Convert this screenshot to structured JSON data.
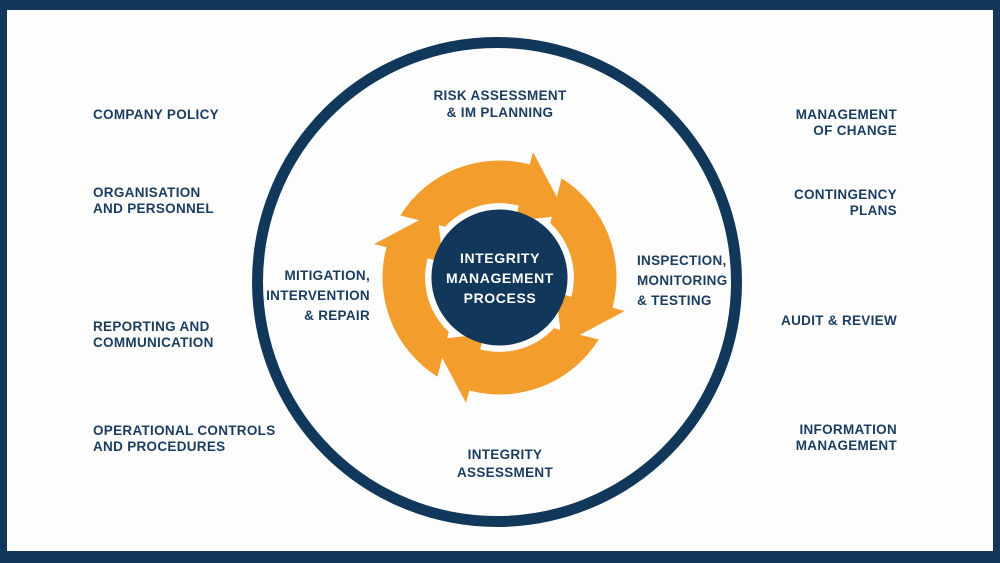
{
  "meta": {
    "title": "Integrity Management Process diagram"
  },
  "colors": {
    "navy": "#11375a",
    "orange": "#f39d2c",
    "background": "#fdfdfd",
    "center_text": "#ffffff"
  },
  "diagram": {
    "center": {
      "lines": [
        "INTEGRITY",
        "MANAGEMENT",
        "PROCESS"
      ]
    },
    "cycle_labels": {
      "top": {
        "lines": [
          "RISK ASSESSMENT",
          "& IM PLANNING"
        ]
      },
      "right": {
        "lines": [
          "INSPECTION,",
          "MONITORING",
          "& TESTING"
        ]
      },
      "bottom": {
        "lines": [
          "INTEGRITY",
          "ASSESSMENT"
        ]
      },
      "left": {
        "lines": [
          "MITIGATION,",
          "INTERVENTION",
          "& REPAIR"
        ]
      }
    },
    "left_column": {
      "item1": {
        "lines": [
          "COMPANY POLICY"
        ]
      },
      "item2": {
        "lines": [
          "ORGANISATION",
          "AND PERSONNEL"
        ]
      },
      "item3": {
        "lines": [
          "REPORTING AND",
          "COMMUNICATION"
        ]
      },
      "item4": {
        "lines": [
          "OPERATIONAL CONTROLS",
          "AND PROCEDURES"
        ]
      }
    },
    "right_column": {
      "item1": {
        "lines": [
          "MANAGEMENT",
          "OF CHANGE"
        ]
      },
      "item2": {
        "lines": [
          "CONTINGENCY",
          "PLANS"
        ]
      },
      "item3": {
        "lines": [
          "AUDIT & REVIEW"
        ]
      },
      "item4": {
        "lines": [
          "INFORMATION",
          "MANAGEMENT"
        ]
      }
    }
  }
}
